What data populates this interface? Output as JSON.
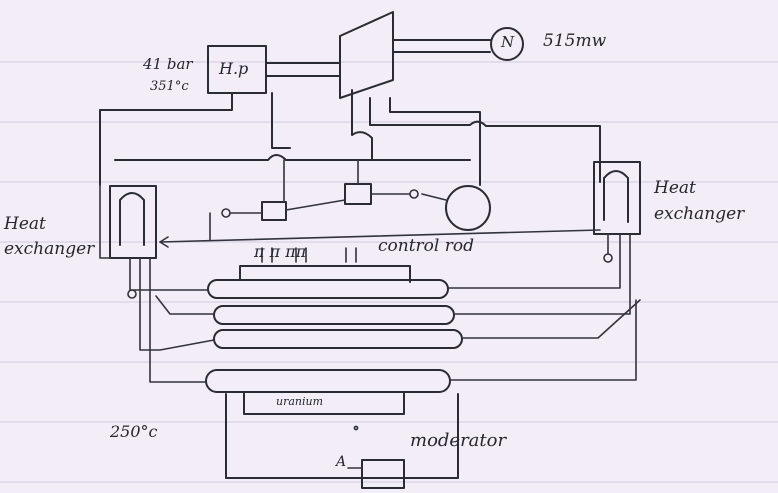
{
  "diagram": {
    "labels": {
      "pressure": "41 bar",
      "temperature_top": "351°c",
      "hp_turbine": "H.p",
      "generator": "N",
      "power_output": "515mw",
      "heat_exchanger_left": "Heat exchanger",
      "heat_exchanger_right": "Heat exchanger",
      "control_rod": "control rod",
      "fuel_rods": "π π  ππ",
      "uranium_fuel": "uranium",
      "temperature_bottom": "250°c",
      "moderator": "moderator",
      "moderator_marker": "A"
    }
  }
}
